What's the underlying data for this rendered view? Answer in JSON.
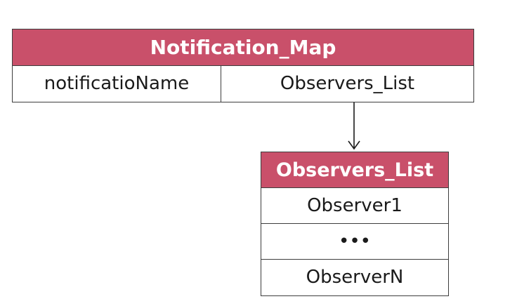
{
  "notification_map": {
    "title": "Notification_Map",
    "key_column": "notificatioName",
    "value_column": "Observers_List"
  },
  "observers_list": {
    "title": "Observers_List",
    "items": [
      "Observer1",
      "•••",
      "ObserverN"
    ]
  },
  "colors": {
    "header_fill": "#c9506a",
    "border": "#3d3d3d",
    "text": "#1a1a1a"
  }
}
